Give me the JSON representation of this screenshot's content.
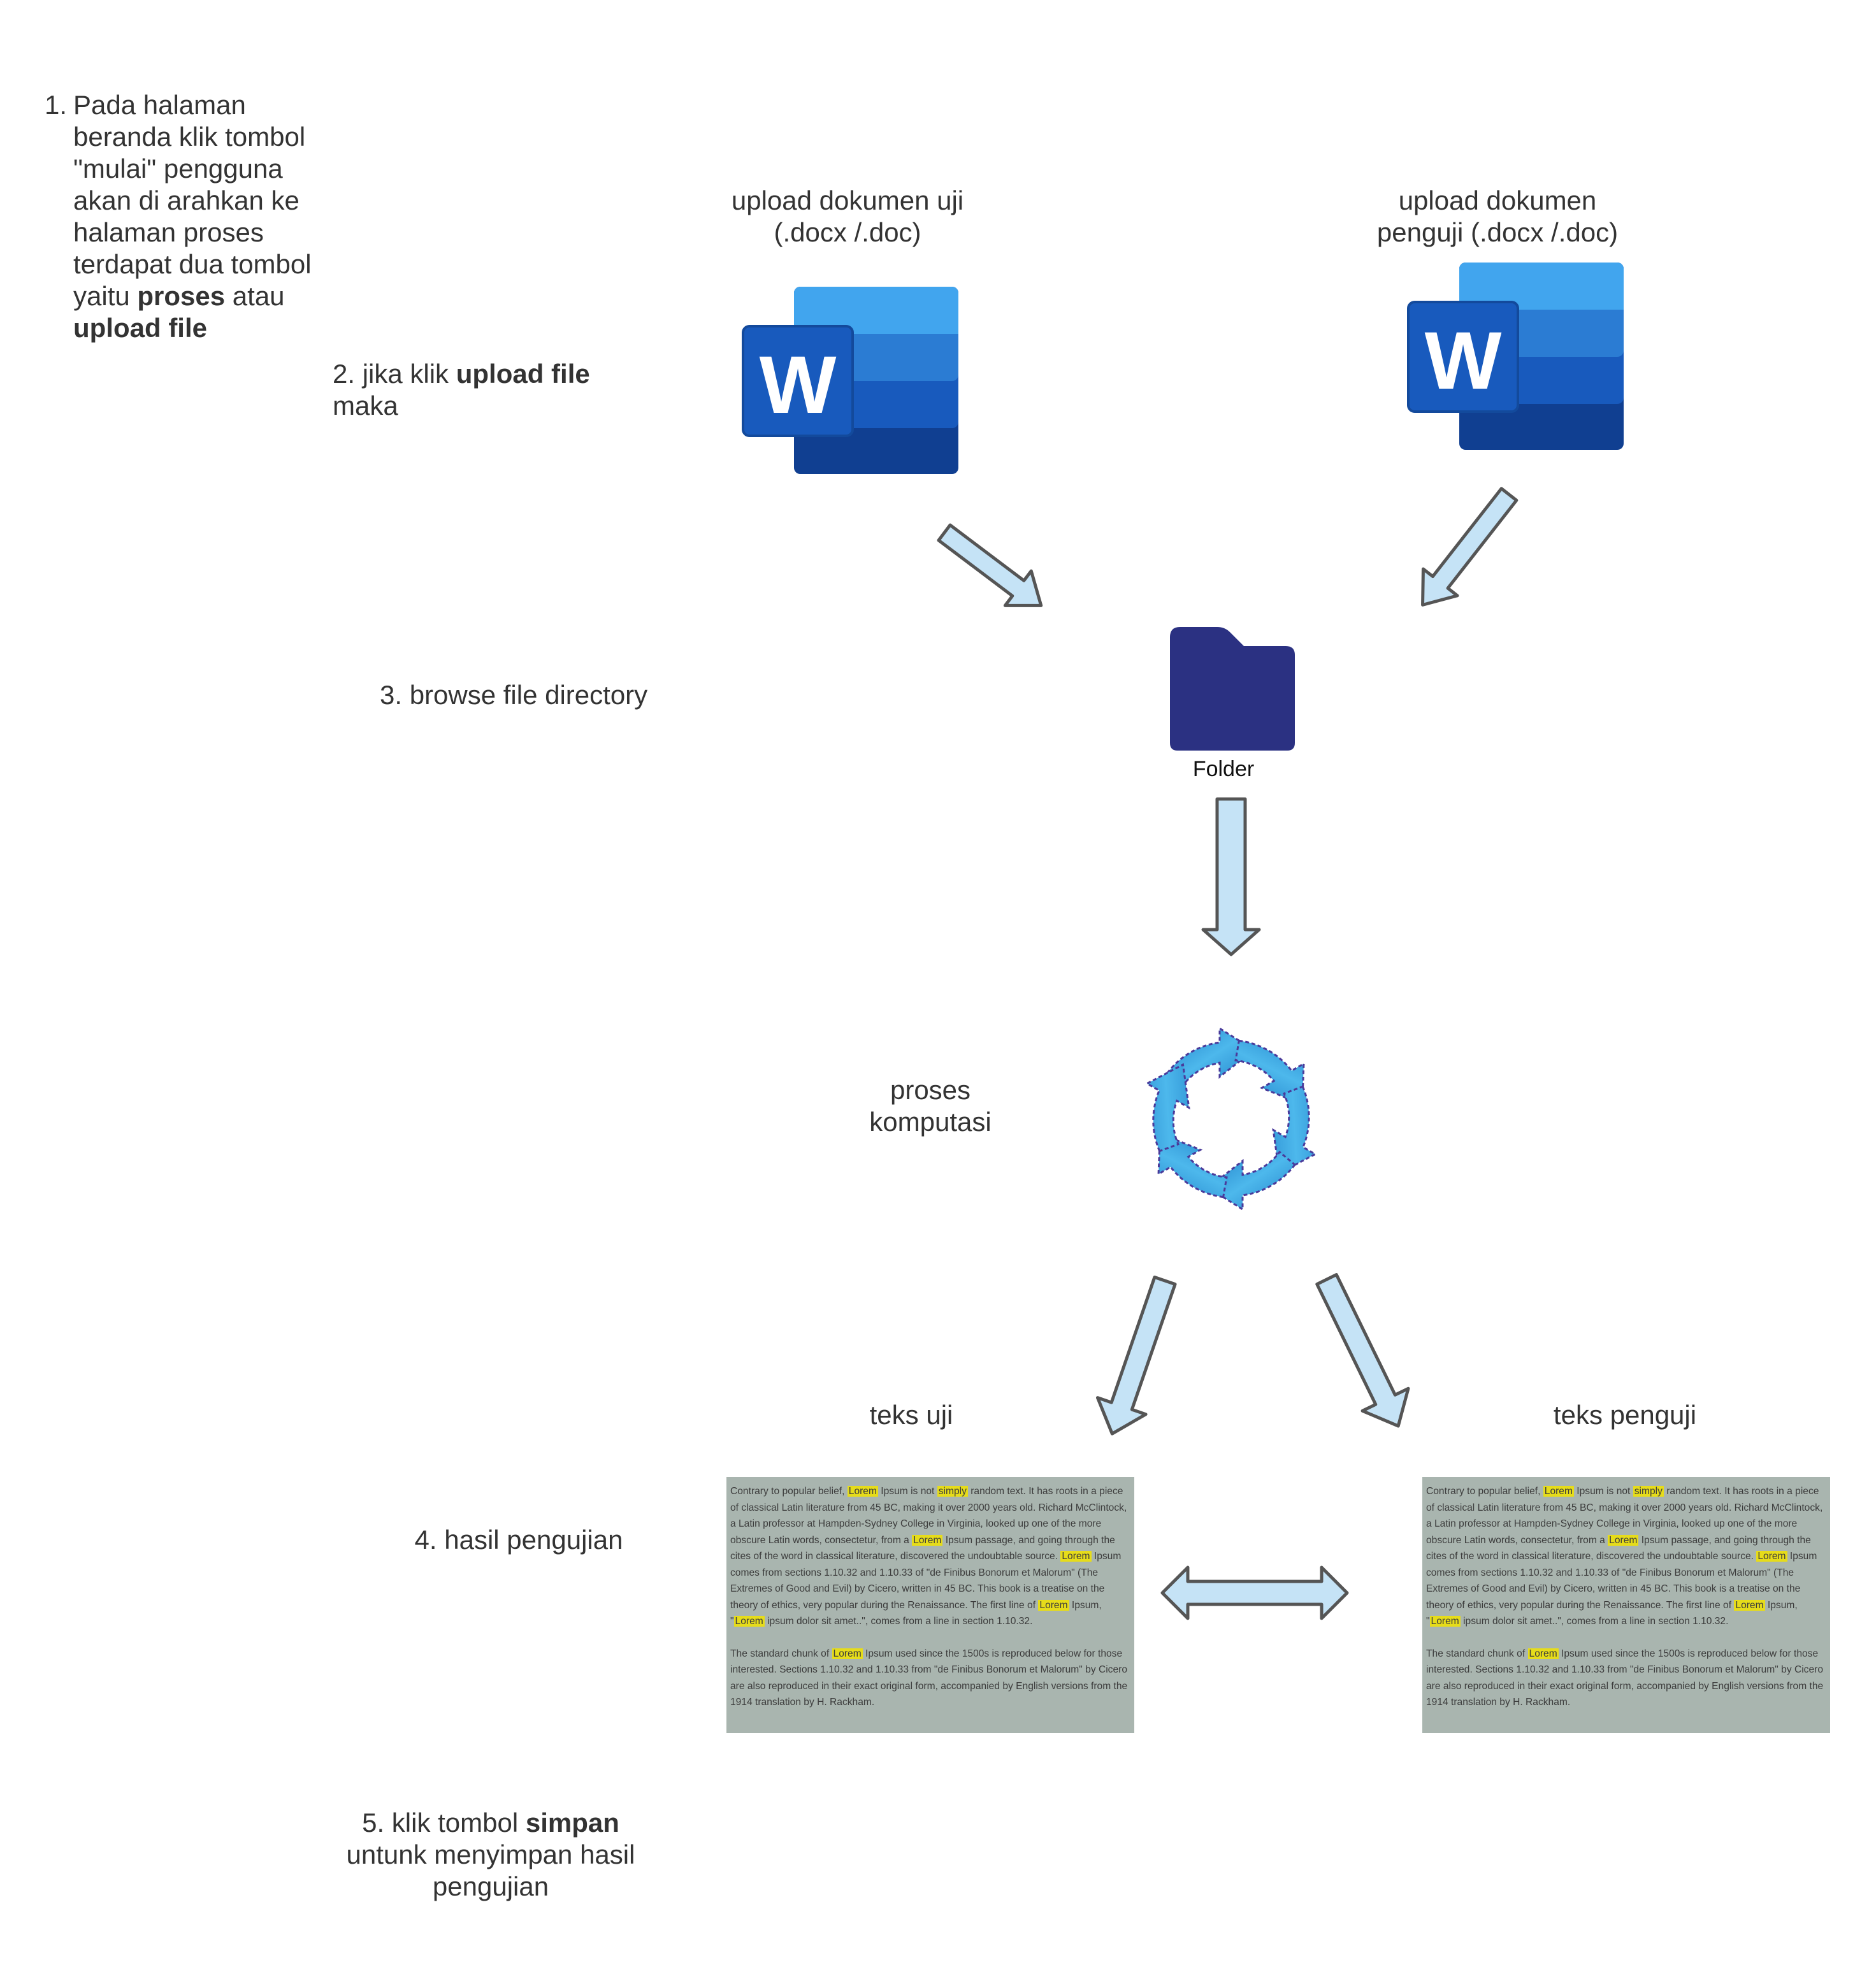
{
  "steps": {
    "s1_num": "1.",
    "s1_a": "Pada halaman beranda klik tombol \"mulai\" pengguna akan di arahkan ke halaman proses terdapat dua tombol yaitu ",
    "s1_b": "proses",
    "s1_c": " atau ",
    "s1_d": "upload file",
    "s2_a": "2. jika klik ",
    "s2_b": "upload file",
    "s2_c": "maka",
    "s3": "3. browse file directory",
    "s4": "4. hasil pengujian",
    "s5_a": "5. klik tombol ",
    "s5_b": "simpan",
    "s5_c": "untunk menyimpan hasil pengujian"
  },
  "labels": {
    "upload_uji_1": "upload dokumen uji",
    "upload_uji_2": "(.docx /.doc)",
    "upload_penguji_1": "upload dokumen",
    "upload_penguji_2": "penguji (.docx /.doc)",
    "folder": "Folder",
    "proses_1": "proses",
    "proses_2": "komputasi",
    "teks_uji": "teks uji",
    "teks_penguji": "teks penguji",
    "word_letter": "W"
  },
  "sample_text": {
    "p1": [
      "Contrary to popular belief, ",
      "Lorem",
      " Ipsum is not ",
      "simply",
      " random text. It has roots in a piece of classical Latin literature from 45 BC, making it over 2000 years old. Richard McClintock, a Latin professor at Hampden-Sydney College in Virginia, looked up one of the more obscure Latin words, consectetur, from a ",
      "Lorem",
      " Ipsum passage, and going through the cites of the word in classical literature, discovered the undoubtable source. ",
      "Lorem",
      " Ipsum comes from sections 1.10.32 and 1.10.33 of \"de Finibus Bonorum et Malorum\" (The Extremes of Good and Evil) by Cicero, written in 45 BC. This book is a treatise on the theory of ethics, very popular during the Renaissance. The first line of ",
      "Lorem",
      " Ipsum, \"",
      "Lorem",
      " ipsum dolor sit amet..\", comes from a line in section 1.10.32."
    ],
    "p2": [
      "The standard chunk of ",
      "Lorem",
      " Ipsum used since the 1500s is reproduced below for those interested. Sections 1.10.32 and 1.10.33 from \"de Finibus Bonorum et Malorum\" by Cicero are also reproduced in their exact original form, accompanied by English versions from the 1914 translation by H. Rackham."
    ]
  },
  "colors": {
    "arrow_fill": "#c5e3f6",
    "arrow_stroke": "#555555",
    "folder": "#2b3182",
    "doc_bg": "#a9b5af",
    "highlight": "#e6dc1a",
    "cycle": "#2e9bdc"
  }
}
